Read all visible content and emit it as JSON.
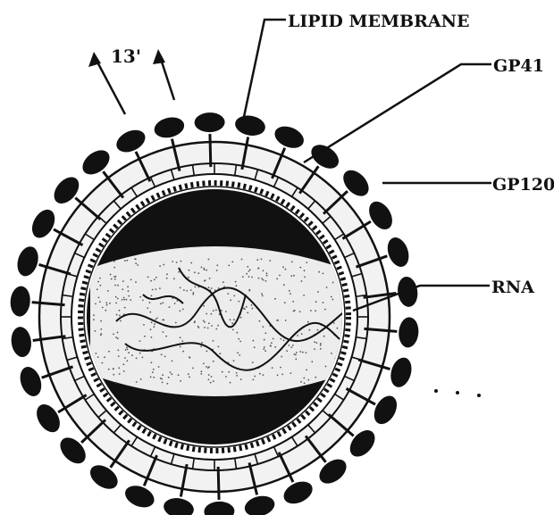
{
  "diagram": {
    "labels": {
      "scale": "13'",
      "lipid_membrane": "LIPID MEMBRANE",
      "gp41": "GP41",
      "gp120": "GP120",
      "rna": "RNA"
    },
    "counts": {
      "gp120_knobs": 30,
      "gp41_stalks": 30,
      "membrane_cells": 44,
      "dotted_ring_beads": 120
    },
    "colors": {
      "ink": "#111111",
      "paper": "#ffffff",
      "membrane_fill": "#f2f2f2",
      "core_stipple": "#e9e9e9"
    }
  }
}
